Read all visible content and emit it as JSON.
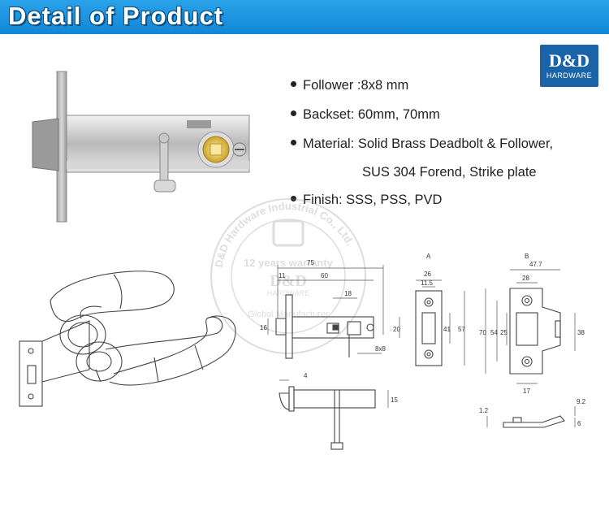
{
  "banner": {
    "title": "Detail of Product"
  },
  "logo": {
    "brand": "D&D",
    "subtitle": "HARDWARE"
  },
  "specs": {
    "follower": "Follower :8x8 mm",
    "backset": "Backset: 60mm, 70mm",
    "material": "Material: Solid Brass Deadbolt & Follower,",
    "material_cont": "SUS 304 Forend, Strike plate",
    "finish": "Finish: SSS, PSS, PVD"
  },
  "watermark": {
    "ring_text": "D&D Hardware Industrial Co., Ltd.",
    "warranty": "12 years warranty",
    "brand": "D&D",
    "sub": "HARDWARE",
    "bottom": "Global Manufacturer"
  },
  "drawing": {
    "dims": {
      "d75": "75",
      "d11": "11",
      "d60": "60",
      "d18": "18",
      "d16": "16",
      "d20": "20",
      "d8x8": "8x8",
      "d4": "4",
      "d15": "15",
      "a_label": "A",
      "a26": "26",
      "a11_5": "11.5",
      "a41": "41",
      "a57": "57",
      "b_label": "B",
      "b47_7": "47.7",
      "b28": "28",
      "b70": "70",
      "b54": "54",
      "b25": "25",
      "b38": "38",
      "b17": "17",
      "b9_2": "9.2",
      "b6": "6",
      "b1_2": "1.2"
    }
  }
}
